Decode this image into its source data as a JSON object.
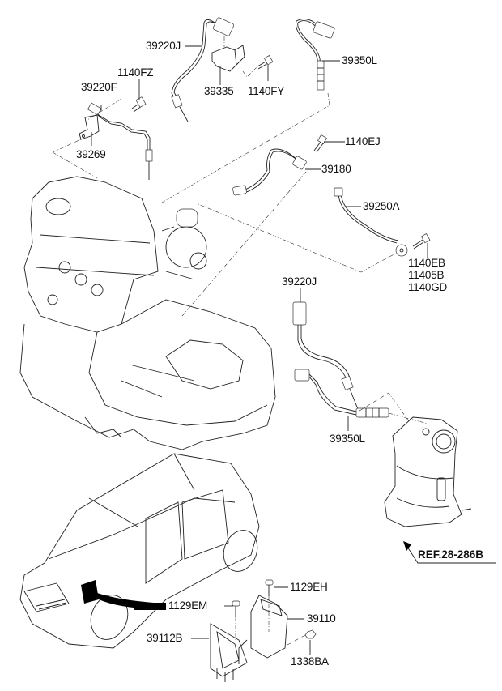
{
  "diagram": {
    "title": "Engine control / exhaust sensors parts diagram",
    "parts": {
      "p39220J_top": "39220J",
      "p1140FZ": "1140FZ",
      "p39220F": "39220F",
      "p39269": "39269",
      "p39335": "39335",
      "p1140FY": "1140FY",
      "p39350L_top": "39350L",
      "p1140EJ": "1140EJ",
      "p39180": "39180",
      "p39250A": "39250A",
      "p1140EB": "1140EB",
      "p11405B": "11405B",
      "p1140GD": "1140GD",
      "p39220J_mid": "39220J",
      "p39350L_mid": "39350L",
      "p1129EH": "1129EH",
      "p1129EM": "1129EM",
      "p39110": "39110",
      "p39112B": "39112B",
      "p1338BA": "1338BA"
    },
    "reference": "REF.28-286B",
    "components": [
      "engine-assembly",
      "turbocharger",
      "catalytic-converter",
      "vehicle",
      "ecu-module",
      "ecu-bracket",
      "egt-sensor",
      "oxygen-sensor",
      "knock-sensor",
      "crankshaft-sensor"
    ]
  }
}
